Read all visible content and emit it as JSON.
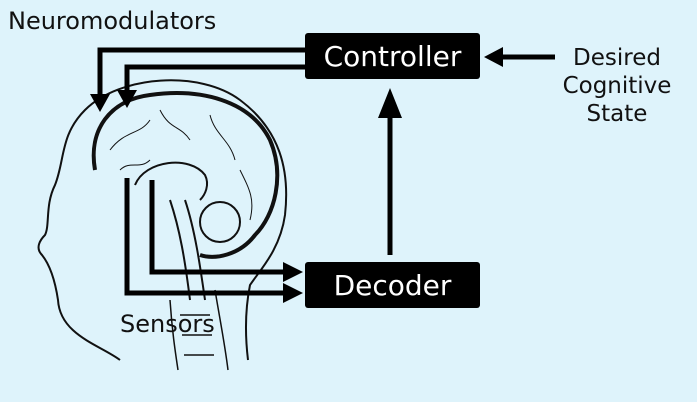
{
  "labels": {
    "neuromodulators": "Neuromodulators",
    "sensors": "Sensors",
    "desired_state": [
      "Desired",
      "Cognitive",
      "State"
    ]
  },
  "boxes": {
    "controller": "Controller",
    "decoder": "Decoder"
  },
  "colors": {
    "background": "#def3fb",
    "ink": "#000000",
    "box_text": "#ffffff"
  }
}
